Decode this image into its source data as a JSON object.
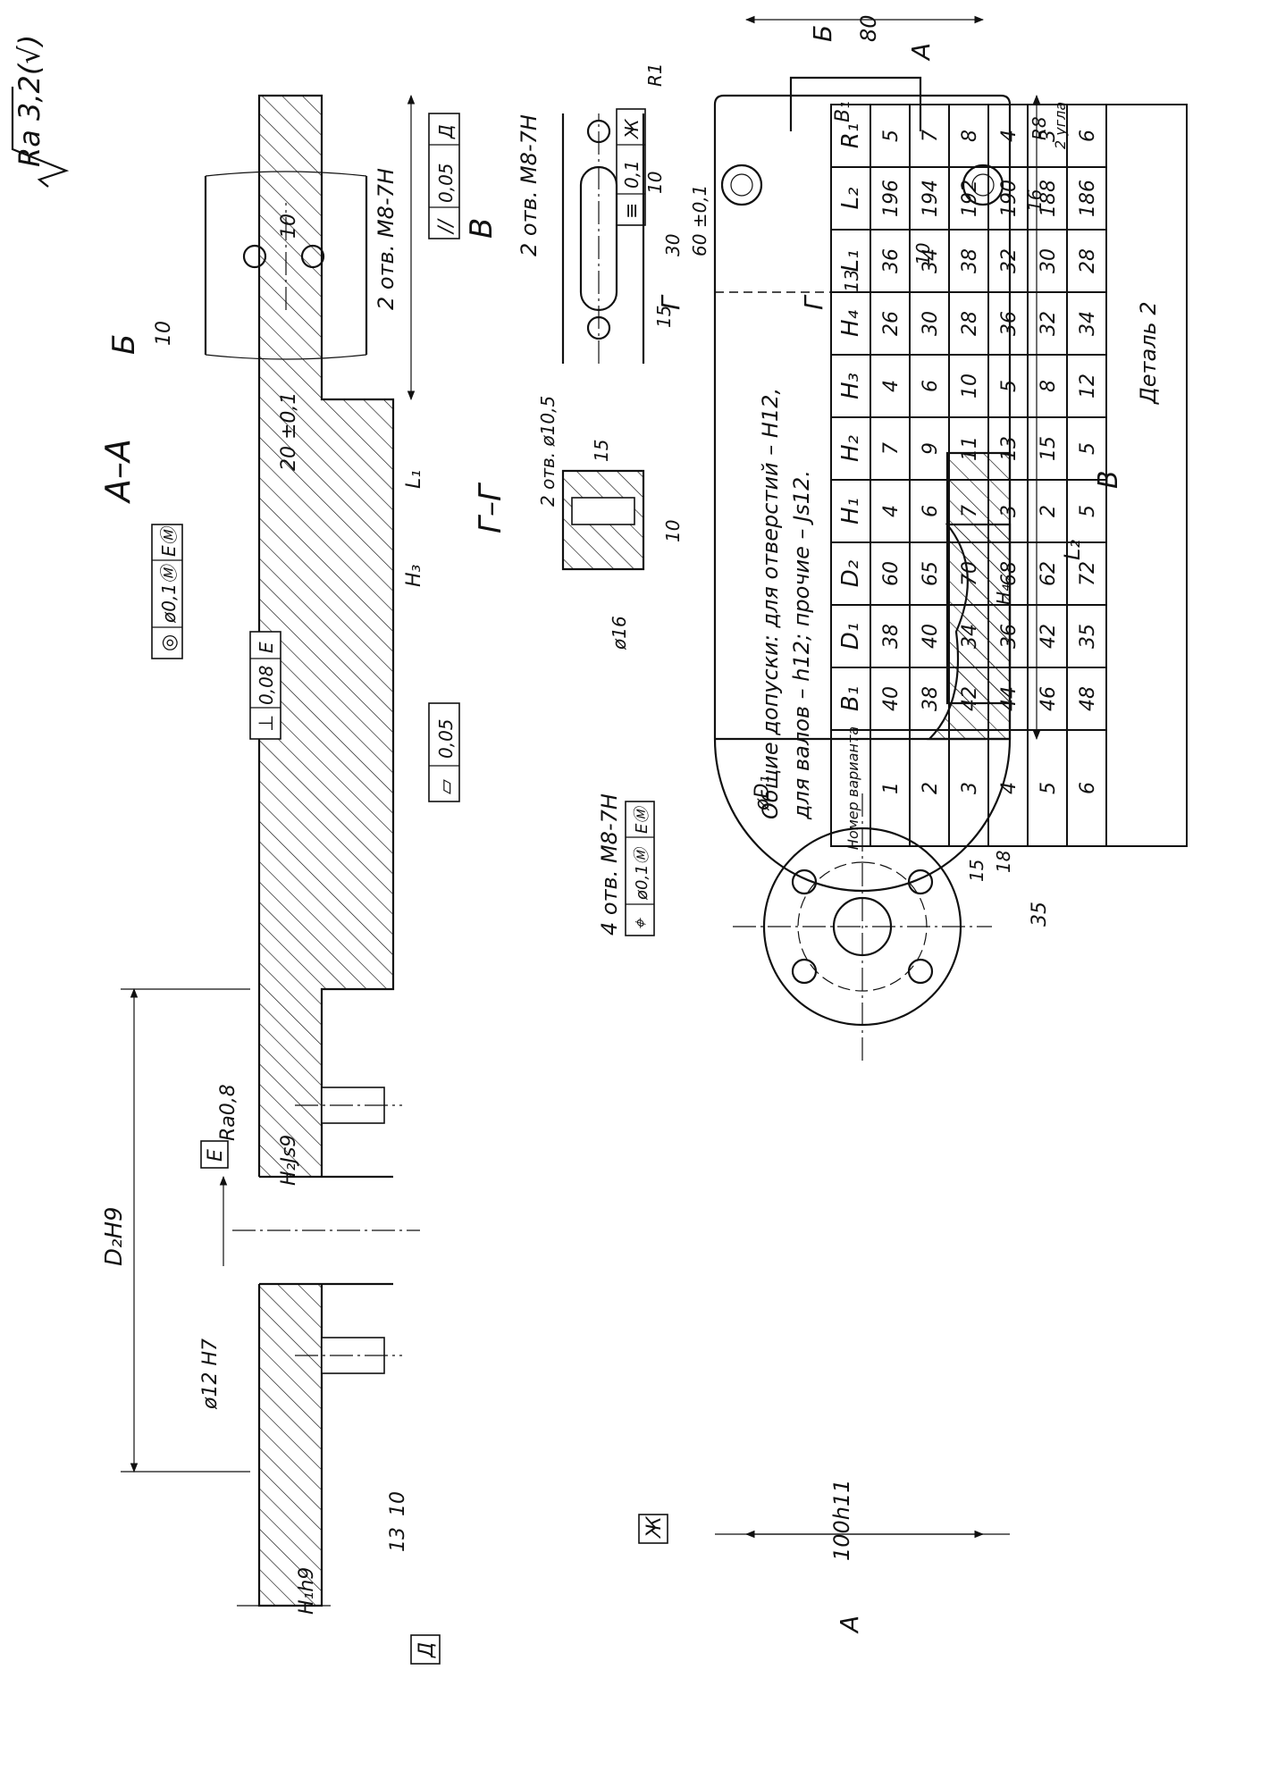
{
  "drawing": {
    "roughness": "Ra 3,2(√)",
    "section_aa": {
      "title": "А–А",
      "dim_d2": "D₂H9",
      "dim_bore": "ø12 H7",
      "roughness_bore": "Ra0,8",
      "dim_h1": "H₁h9",
      "dim_h2": "H₂Js9",
      "dim_10": "10",
      "dim_13": "13",
      "dim_l1": "L₁",
      "dim_h3": "H₃",
      "datum_e": "Е",
      "datum_d": "Д",
      "tol_concentric_sym": "◎",
      "tol_concentric_val": "ø0,1Ⓜ",
      "tol_concentric_ref": "ЕⓂ",
      "tol_perp_sym": "⊥",
      "tol_perp_val": "0,08",
      "tol_perp_ref": "Е",
      "tol_flat_sym": "▱",
      "tol_flat_val": "0,05",
      "tol_par_sym": "//",
      "tol_par_val": "0,05",
      "tol_par_ref": "Д"
    },
    "plan_view": {
      "holes_note": "4 отв. М8-7Н",
      "pos_sym": "⌖",
      "pos_val": "ø0,1Ⓜ",
      "pos_ref": "ЕⓂ",
      "dim_d1": "øD₁",
      "dim_100": "100h11",
      "dim_l2": "L₂",
      "dim_80": "80",
      "dim_b1": "B₁",
      "dim_10a": "10",
      "dim_10b": "10",
      "dim_13": "13",
      "dim_16": "16",
      "dim_r8": "R8",
      "r8_note": "2 угла",
      "dim_35": "35",
      "dim_15": "15",
      "dim_18": "18",
      "dim_h4": "H₄",
      "datum_zh": "Ж",
      "sym_sym": "≡",
      "sym_val": "0,1",
      "sym_ref": "Ж",
      "cut_a": "А",
      "cut_b": "Б",
      "cut_v": "В",
      "cut_g": "Г"
    },
    "view_b": {
      "title": "Б",
      "dim_10": "10",
      "dim_20": "20 ±0,1",
      "dim_10b": "10",
      "note": "2 отв. М8-7Н"
    },
    "view_v": {
      "title": "В",
      "note": "2 отв. М8-7Н",
      "dim_r1": "R1",
      "dim_15": "15",
      "dim_30": "30",
      "dim_60": "60 ±0,1",
      "dim_15b": "15"
    },
    "section_gg": {
      "title": "Г–Г",
      "note": "2 отв. ø10,5",
      "dim_16": "ø16",
      "dim_10": "10"
    },
    "notes": {
      "line1": "Общие допуски: для отверстий – H12,",
      "line2": "для валов – h12;  прочие – Js12."
    },
    "table": {
      "headers": [
        "Номер варианта",
        "B₁",
        "D₁",
        "D₂",
        "H₁",
        "H₂",
        "H₃",
        "H₄",
        "L₁",
        "L₂",
        "R₁"
      ],
      "rows": [
        [
          "1",
          "40",
          "38",
          "60",
          "4",
          "7",
          "4",
          "26",
          "36",
          "196",
          "5"
        ],
        [
          "2",
          "38",
          "40",
          "65",
          "6",
          "9",
          "6",
          "30",
          "34",
          "194",
          "7"
        ],
        [
          "3",
          "42",
          "34",
          "70",
          "7",
          "11",
          "10",
          "28",
          "38",
          "192",
          "8"
        ],
        [
          "4",
          "44",
          "36",
          "68",
          "3",
          "13",
          "5",
          "36",
          "32",
          "190",
          "4"
        ],
        [
          "5",
          "46",
          "42",
          "62",
          "2",
          "15",
          "8",
          "32",
          "30",
          "188",
          "3"
        ],
        [
          "6",
          "48",
          "35",
          "72",
          "5",
          "5",
          "12",
          "34",
          "28",
          "186",
          "6"
        ]
      ],
      "part_name": "Деталь 2"
    }
  }
}
